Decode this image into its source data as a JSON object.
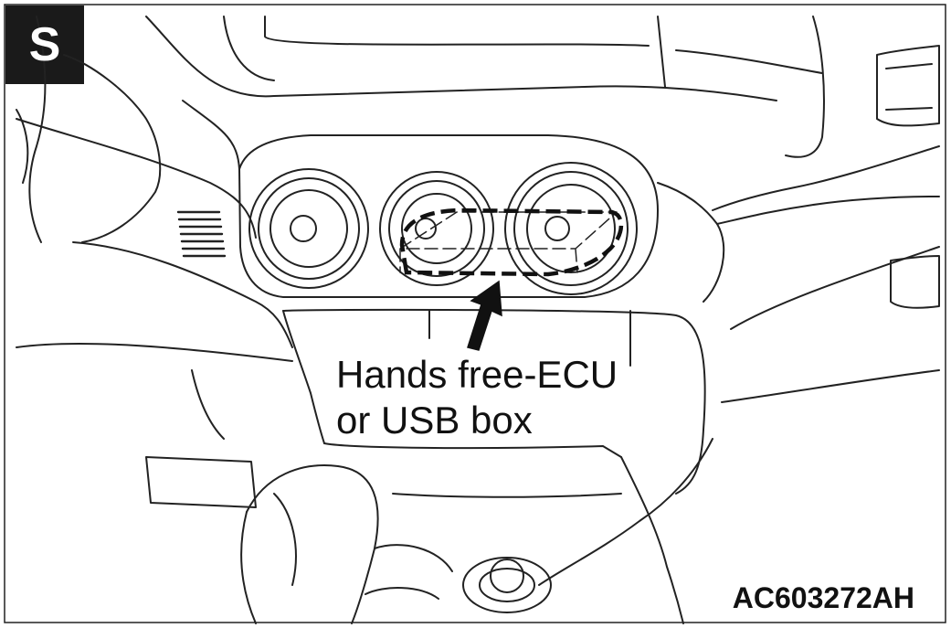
{
  "badge": {
    "letter": "S"
  },
  "callout": {
    "line1": "Hands free-ECU",
    "line2": "or USB box"
  },
  "figure_code": "AC603272AH"
}
